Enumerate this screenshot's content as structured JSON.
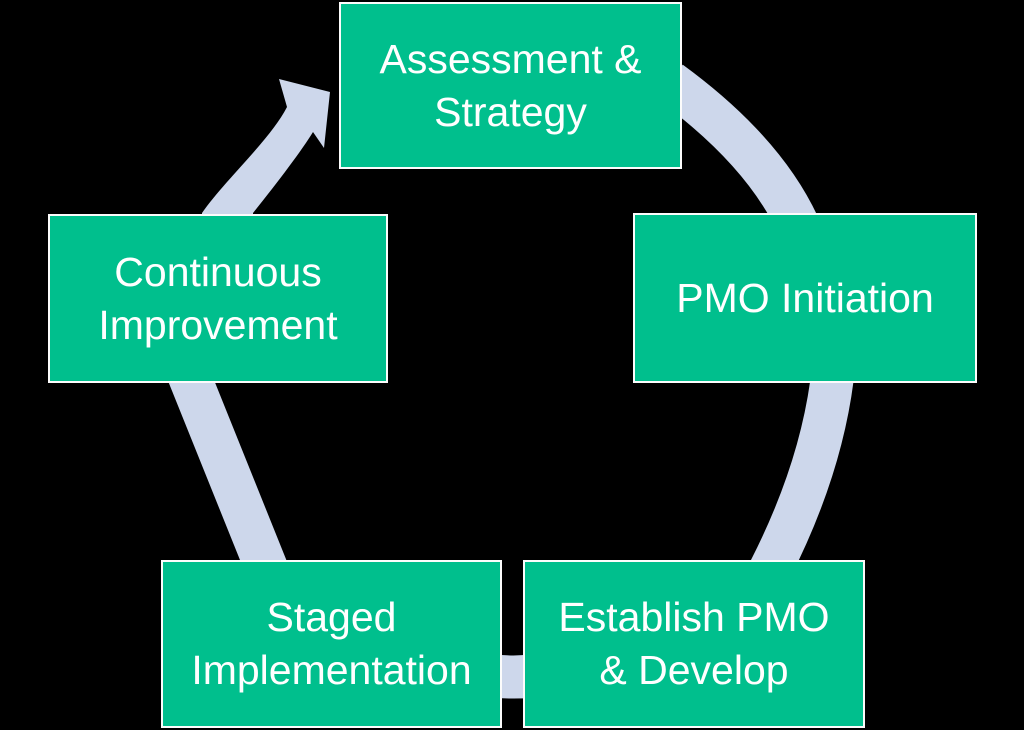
{
  "diagram": {
    "kind": "cycle",
    "cycle_direction": "clockwise"
  },
  "colors": {
    "background": "#000000",
    "box_fill": "#00BF8D",
    "box_border": "#FCFCFC",
    "box_text": "#FFFFFF",
    "arc": "#CDD7EB"
  },
  "steps": [
    {
      "label": "Assessment & Strategy",
      "lines": [
        "Assessment &",
        "Strategy"
      ]
    },
    {
      "label": "PMO Initiation",
      "lines": [
        "PMO Initiation"
      ]
    },
    {
      "label": "Establish PMO & Develop",
      "lines": [
        "Establish PMO",
        "& Develop"
      ]
    },
    {
      "label": "Staged Implementation",
      "lines": [
        "Staged",
        "Implementation"
      ]
    },
    {
      "label": "Continuous Improvement",
      "lines": [
        "Continuous",
        "Improvement"
      ]
    }
  ]
}
